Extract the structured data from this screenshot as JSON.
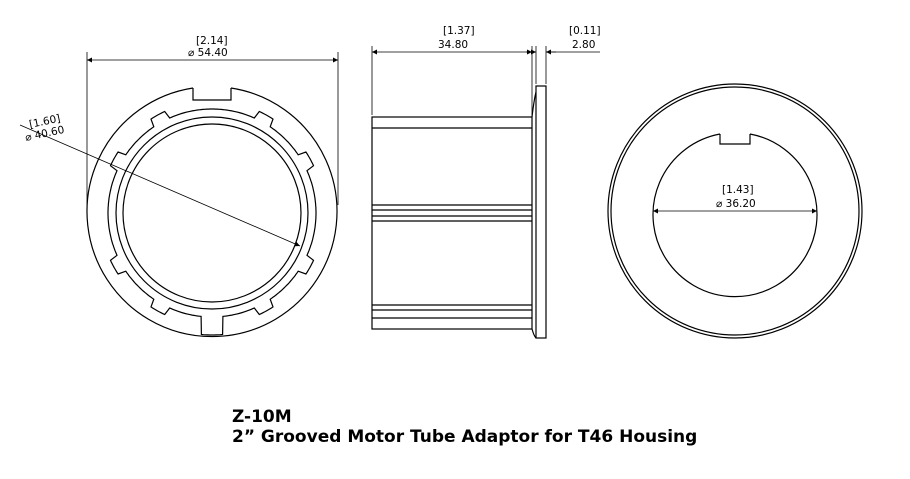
{
  "title": {
    "model": "Z-10M",
    "description": "2” Grooved Motor Tube Adaptor for T46 Housing"
  },
  "dimensions": {
    "outer_diameter": {
      "inch": "[2.14]",
      "mm": "⌀ 54.40"
    },
    "inner_diameter": {
      "inch": "[1.60]",
      "mm": "⌀ 40.60"
    },
    "body_length": {
      "inch": "[1.37]",
      "mm": "34.80"
    },
    "flange_thickness": {
      "inch": "[0.11]",
      "mm": "2.80"
    },
    "bore_diameter": {
      "inch": "[1.43]",
      "mm": "⌀ 36.20"
    }
  },
  "views": [
    "front-view",
    "side-view",
    "rear-view"
  ]
}
